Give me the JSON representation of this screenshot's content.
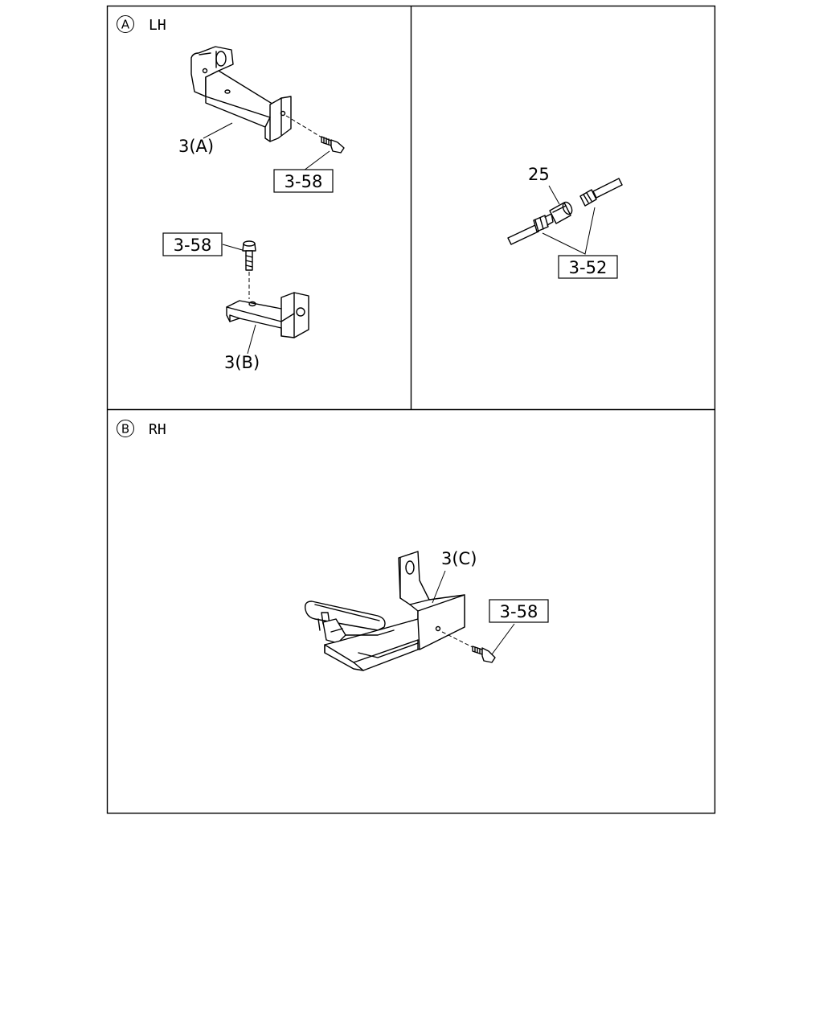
{
  "panels": {
    "a": {
      "letter": "A",
      "title": "LH"
    },
    "b": {
      "letter": "B",
      "title": "RH"
    }
  },
  "labels": {
    "bracket_a": "3(A)",
    "bracket_b": "3(B)",
    "bracket_c": "3(C)",
    "pipe": "25",
    "bolt_a": "3-58",
    "bolt_b": "3-58",
    "bolt_c": "3-58",
    "union": "3-52"
  }
}
